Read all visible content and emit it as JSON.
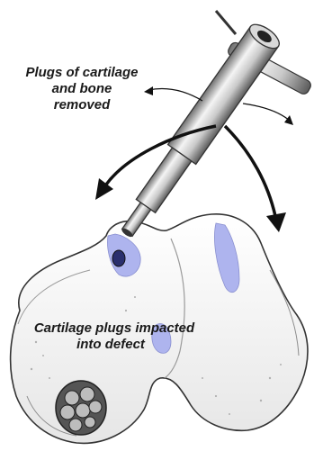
{
  "labels": {
    "harvest": [
      "Plugs of cartilage",
      "and bone",
      "removed"
    ],
    "implant": [
      "Cartilage plugs impacted",
      "into defect"
    ]
  },
  "colors": {
    "cartilage_defect": "#aeb4ee",
    "arrow": "#111111",
    "outline": "#333333",
    "bone_shading": "#d9d9d9"
  }
}
